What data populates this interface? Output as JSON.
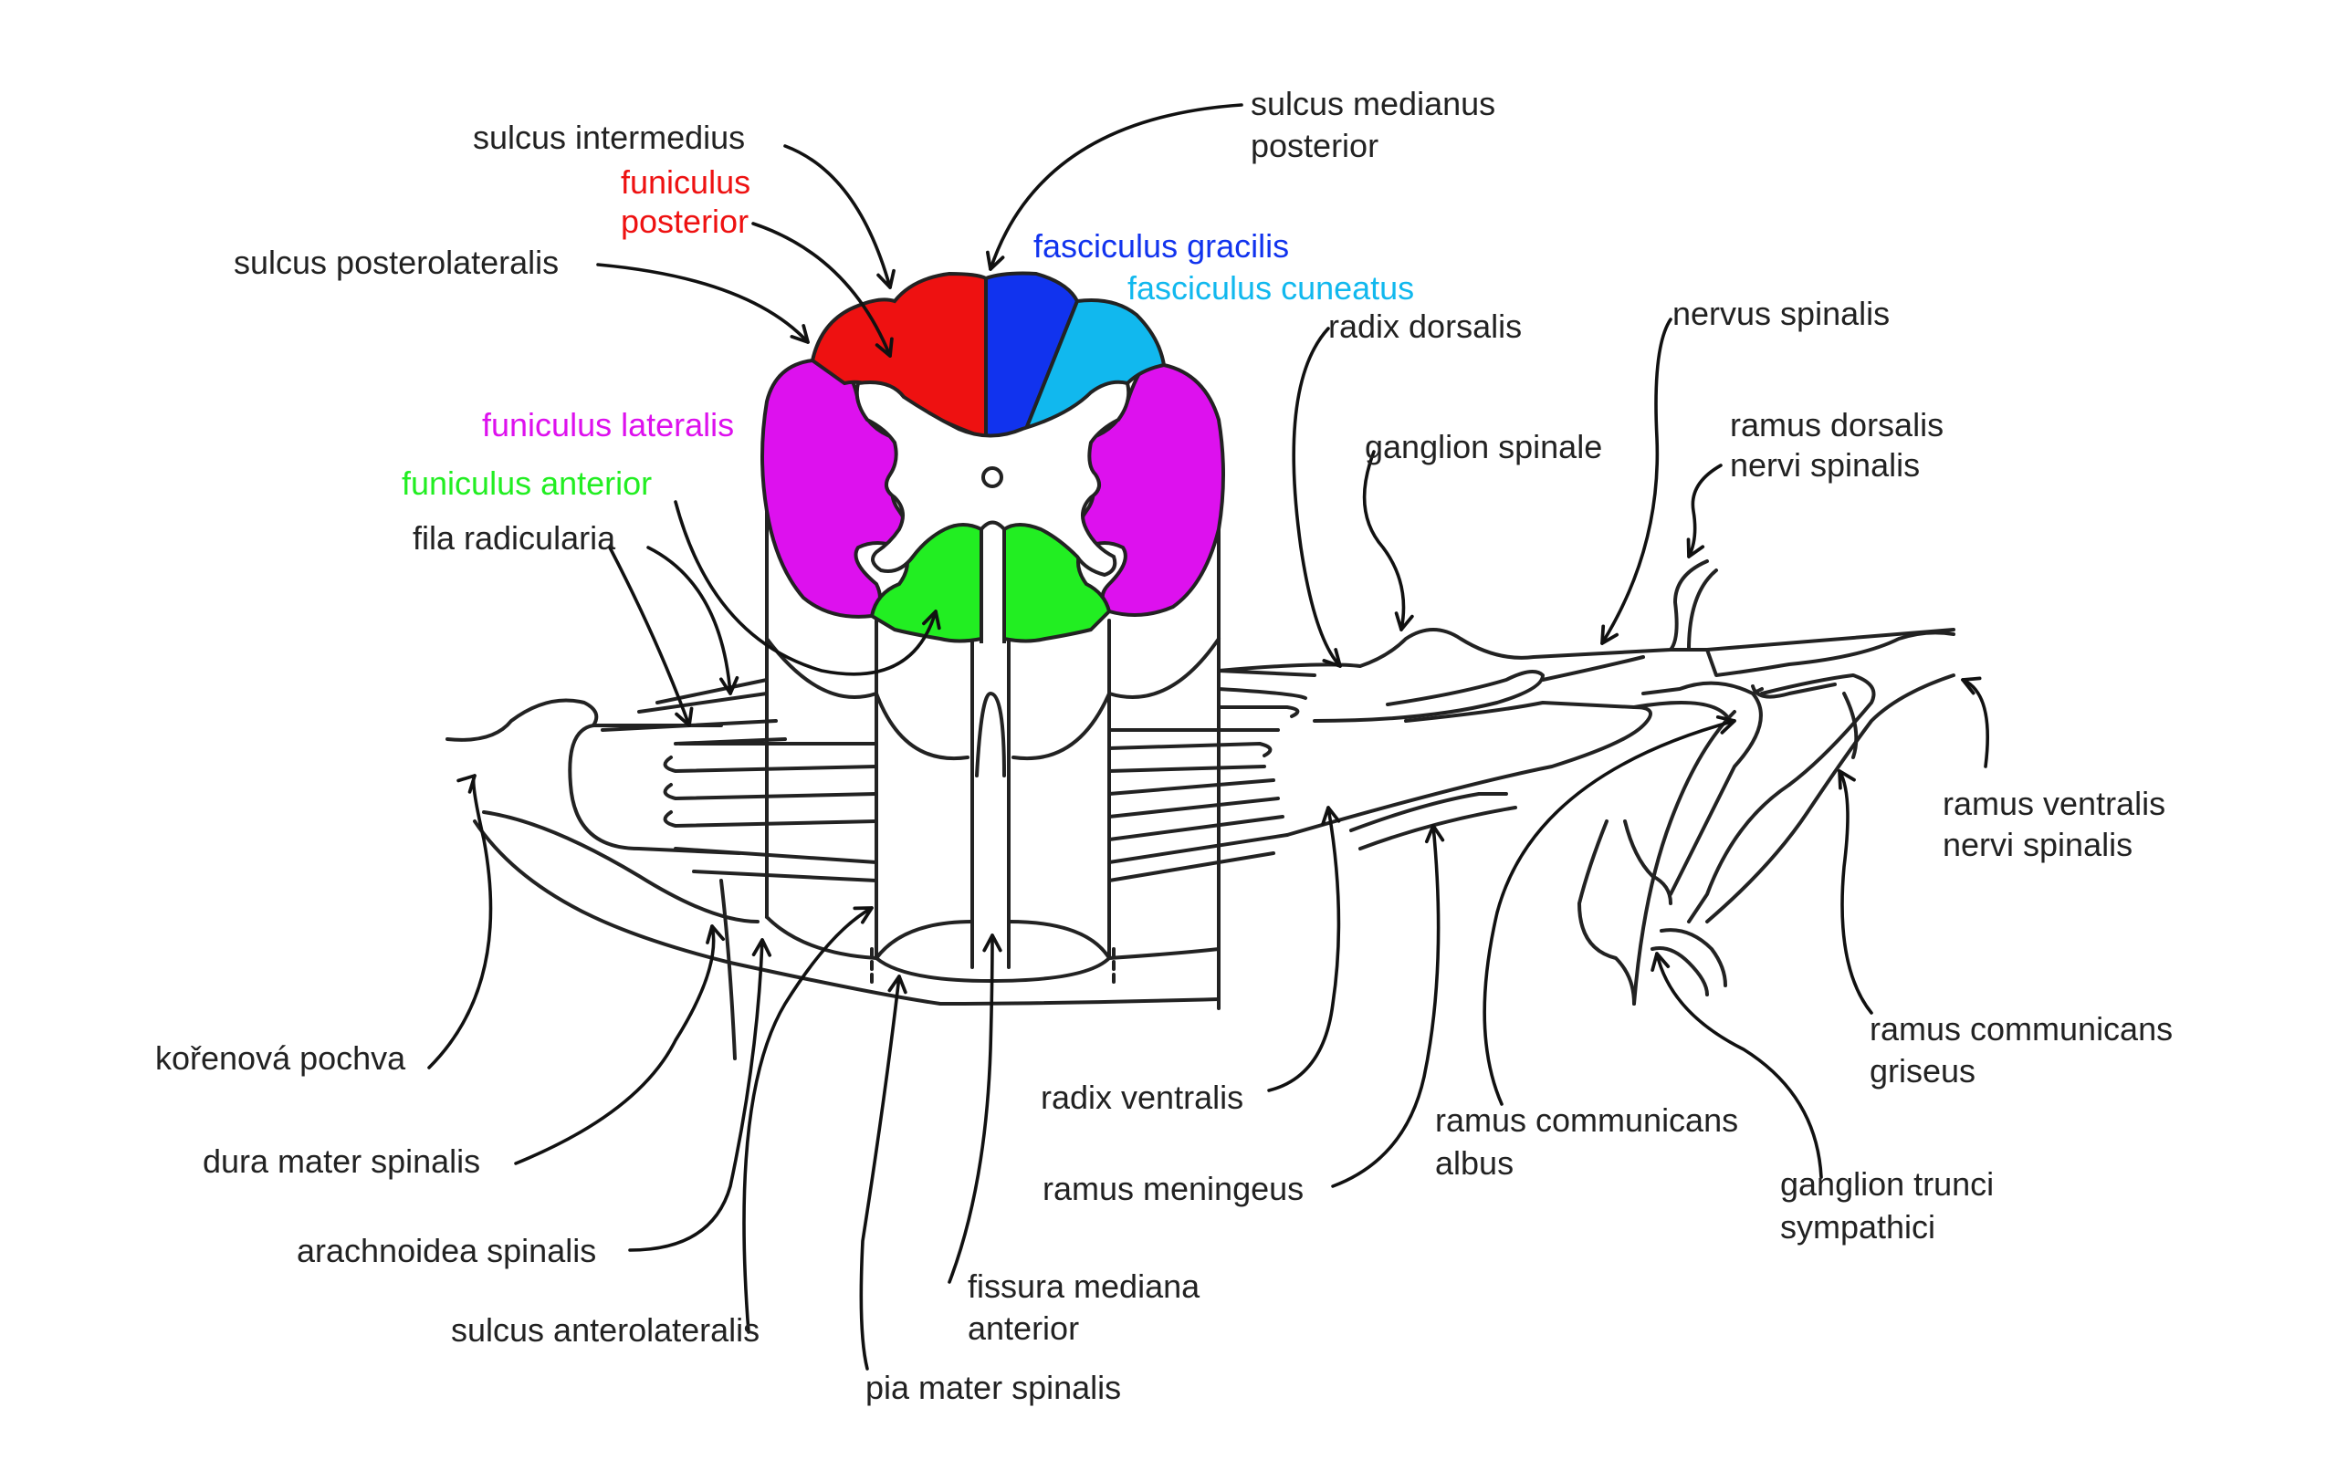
{
  "colors": {
    "ink": "#222222",
    "text": "#222222",
    "red": "#ee1111",
    "blue_dark": "#1133ee",
    "blue_light": "#11b8ee",
    "magenta": "#dd11ee",
    "green": "#22ee22"
  },
  "labels": {
    "sulcus_intermedius": "sulcus intermedius",
    "funiculus_posterior_1": "funiculus",
    "funiculus_posterior_2": "posterior",
    "sulcus_posterolateralis": "sulcus posterolateralis",
    "sulcus_medianus_posterior_1": "sulcus medianus",
    "sulcus_medianus_posterior_2": "posterior",
    "fasciculus_gracilis": "fasciculus gracilis",
    "fasciculus_cuneatus": "fasciculus cuneatus",
    "radix_dorsalis": "radix dorsalis",
    "nervus_spinalis": "nervus spinalis",
    "funiculus_lateralis": "funiculus lateralis",
    "ganglion_spinale": "ganglion spinale",
    "ramus_dorsalis_1": "ramus dorsalis",
    "ramus_dorsalis_2": "nervi spinalis",
    "funiculus_anterior": "funiculus anterior",
    "fila_radicularia": "fila radicularia",
    "ramus_ventralis_1": "ramus ventralis",
    "ramus_ventralis_2": "nervi spinalis",
    "korenova_pochva": "kořenová pochva",
    "ramus_communicans_griseus_1": "ramus communicans",
    "ramus_communicans_griseus_2": "griseus",
    "radix_ventralis": "radix ventralis",
    "ramus_communicans_albus_1": "ramus communicans",
    "ramus_communicans_albus_2": "albus",
    "dura_mater_spinalis": "dura mater spinalis",
    "ramus_meningeus": "ramus meningeus",
    "ganglion_trunci_1": "ganglion trunci",
    "ganglion_trunci_2": "sympathici",
    "arachnoidea_spinalis": "arachnoidea spinalis",
    "fissura_mediana_1": "fissura mediana",
    "fissura_mediana_2": "anterior",
    "sulcus_anterolateralis": "sulcus anterolateralis",
    "pia_mater_spinalis": "pia mater spinalis"
  }
}
